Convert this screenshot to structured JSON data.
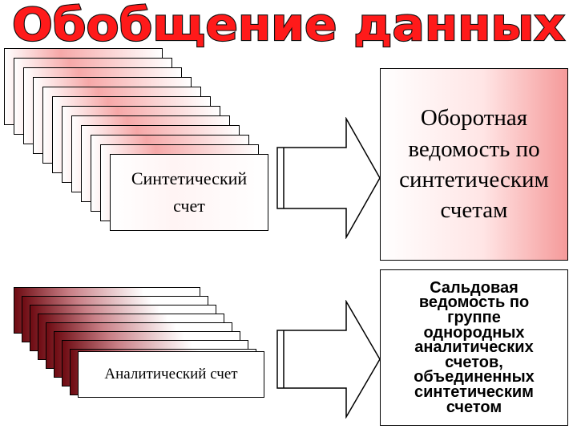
{
  "title": "Обобщение данных",
  "colors": {
    "title_fill": "#ff1a1a",
    "title_outline": "#111111",
    "synthetic_gradient": "#f6a8a8",
    "analytic_gradient": "#6e0b12",
    "box_gradient": "#f59a9a",
    "arrow_fill": "#ffffff"
  },
  "left": {
    "synthetic_label": "Синтетический\nсчет",
    "analytic_label": "Аналитический счет"
  },
  "right": {
    "turnover_label": "Оборотная\nведомость по\nсинтетическим\nсчетам",
    "balance_label": "Сальдовая\nведомость по\nгруппе\nоднородных\nаналитических\nсчетов,\nобъединенных\nсинтетическим\nсчетом"
  }
}
